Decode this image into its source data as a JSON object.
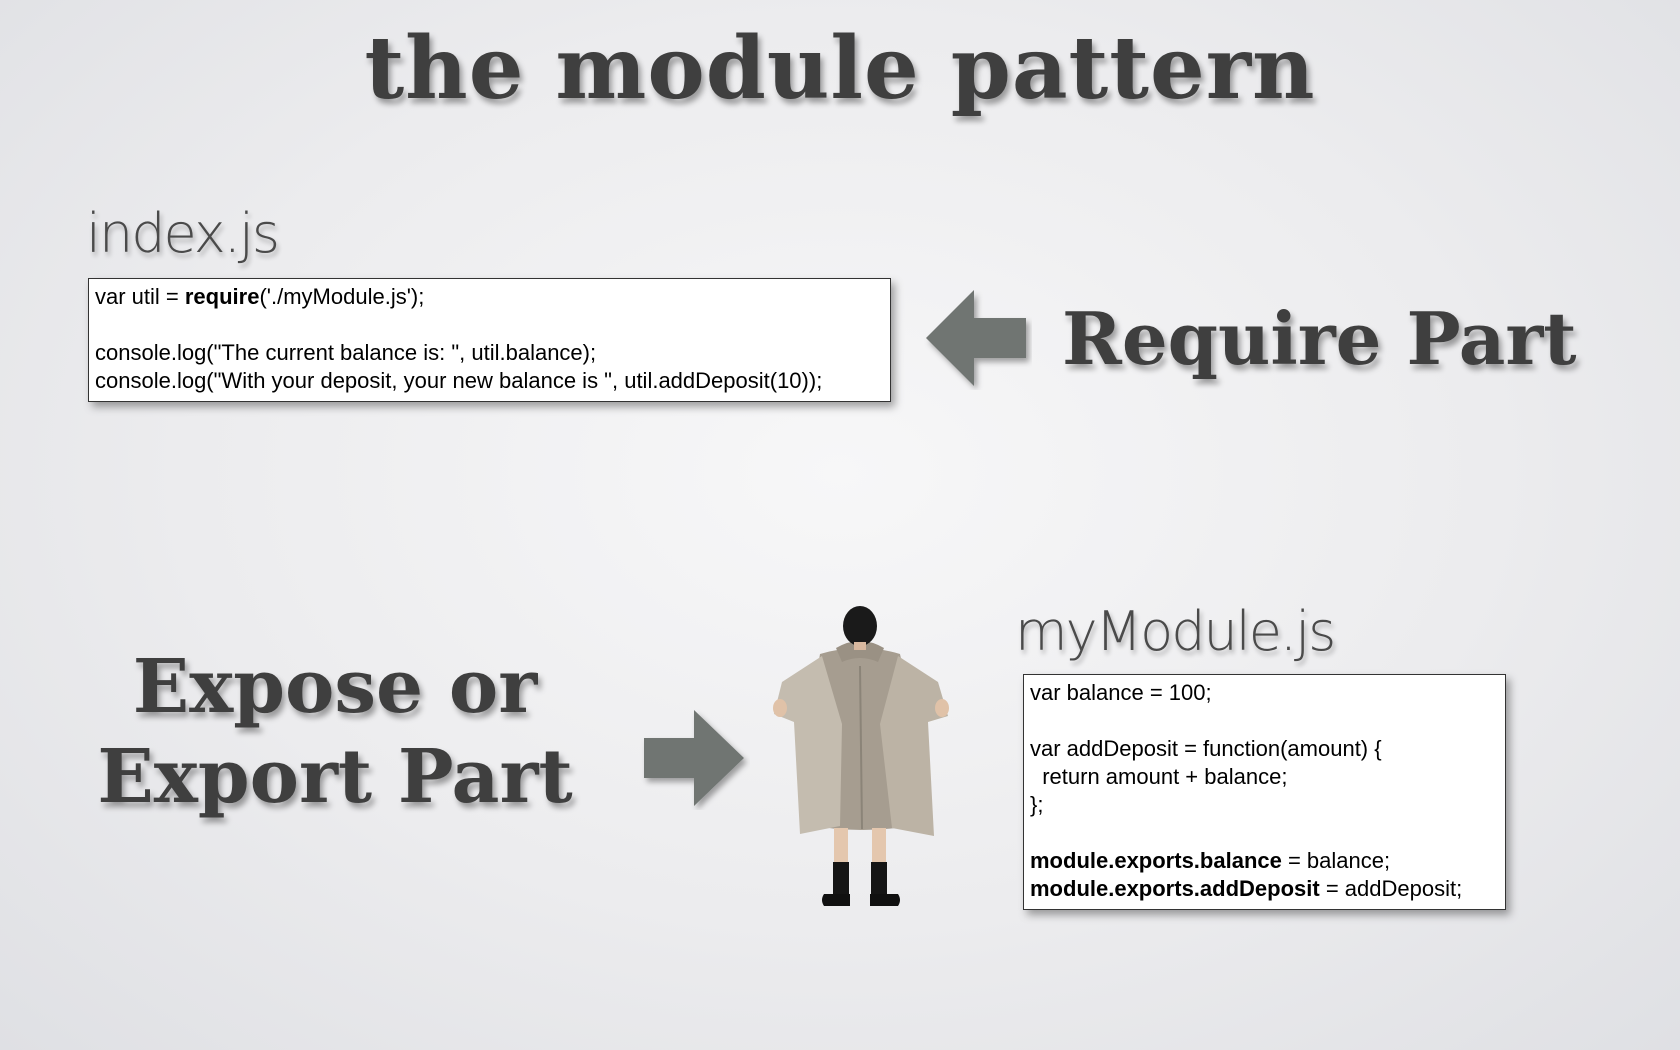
{
  "slide": {
    "title": "the module pattern"
  },
  "index_file": {
    "label": "index.js",
    "code": {
      "line1_pre": "var util = ",
      "line1_bold": "require",
      "line1_post": "('./myModule.js');",
      "line3": "console.log(\"The current balance is: \", util.balance);",
      "line4": "console.log(\"With your deposit, your new balance is \", util.addDeposit(10));"
    }
  },
  "require_part": {
    "label": "Require Part"
  },
  "export_part": {
    "line1": "Expose or",
    "line2": "Export Part"
  },
  "module_file": {
    "label": "myModule.js",
    "code": {
      "line1": "var balance = 100;",
      "line3": "var addDeposit = function(amount) {",
      "line4": "  return amount + balance;",
      "line5": "};",
      "line7_bold": "module.exports.balance",
      "line7_post": " = balance;",
      "line8_bold": "module.exports.addDeposit",
      "line8_post": " = addDeposit;"
    }
  },
  "colors": {
    "arrow": "#6f7572",
    "title_text": "#3f3f3f"
  },
  "icons": {
    "arrow_left": "left-arrow-icon",
    "arrow_right": "right-arrow-icon",
    "person": "man-in-trench-coat-illustration"
  }
}
